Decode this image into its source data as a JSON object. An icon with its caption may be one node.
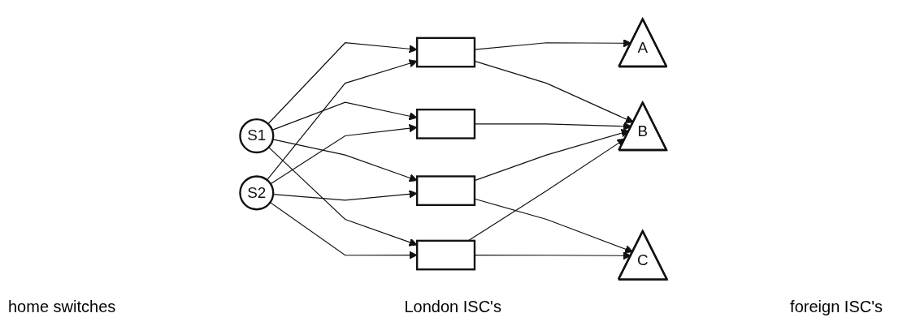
{
  "diagram": {
    "nodes": [
      {
        "text": [
          "S1"
        ]
      },
      {
        "text": [
          "S2"
        ]
      },
      {
        "text": [],
        "shape": "box"
      },
      {
        "text": [],
        "shape": "box"
      },
      {
        "text": [],
        "shape": "box"
      },
      {
        "text": [],
        "shape": "box"
      },
      {
        "text": [
          "A"
        ]
      },
      {
        "text": [
          "B"
        ]
      },
      {
        "text": [
          "C"
        ]
      }
    ],
    "edges": [
      {
        "from": 0,
        "to": 2,
        "arrow": "to"
      },
      {
        "from": 0,
        "to": 3,
        "arrow": "to"
      },
      {
        "from": 0,
        "to": 4,
        "arrow": "to"
      },
      {
        "from": 0,
        "to": 5,
        "arrow": "to"
      },
      {
        "from": 1,
        "to": 2,
        "arrow": "to"
      },
      {
        "from": 1,
        "to": 3,
        "arrow": "to"
      },
      {
        "from": 1,
        "to": 4,
        "arrow": "to"
      },
      {
        "from": 1,
        "to": 5,
        "arrow": "to"
      },
      {
        "from": 2,
        "to": 6,
        "arrow": "to"
      },
      {
        "from": 2,
        "to": 7,
        "arrow": "to"
      },
      {
        "from": 3,
        "to": 7,
        "arrow": "to"
      },
      {
        "from": 4,
        "to": 7,
        "arrow": "to"
      },
      {
        "from": 4,
        "to": 8,
        "arrow": "to"
      },
      {
        "from": 5,
        "to": 7,
        "arrow": "to"
      },
      {
        "from": 5,
        "to": 8,
        "arrow": "to"
      }
    ],
    "labels": [
      "home switches",
      "London ISC's",
      "foreign ISC's"
    ]
  }
}
